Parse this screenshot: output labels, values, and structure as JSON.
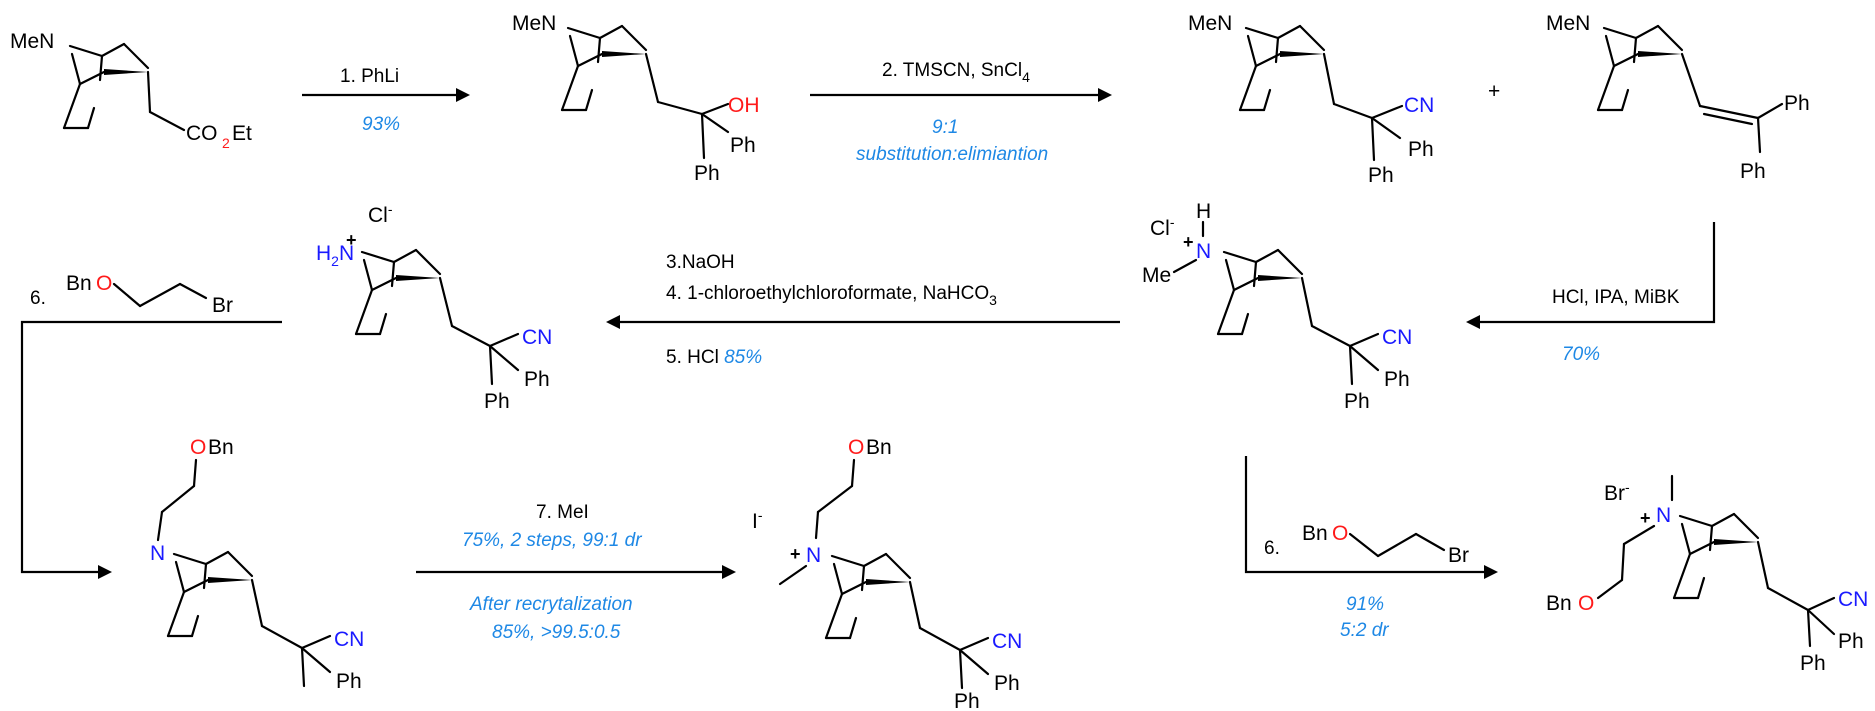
{
  "structures": {
    "s1": {
      "n": "MeN",
      "ester": "CO",
      "ester_sub": "2",
      "ester_tail": "Et"
    },
    "s2": {
      "n": "MeN",
      "oh": "OH",
      "ph1": "Ph",
      "ph2": "Ph"
    },
    "s3": {
      "n": "MeN",
      "cn": "CN",
      "ph1": "Ph",
      "ph2": "Ph"
    },
    "plus": "+",
    "s4": {
      "n": "MeN",
      "ph1": "Ph",
      "ph2": "Ph"
    },
    "s5": {
      "cl": "Cl",
      "cl_charge": "-",
      "h": "H",
      "plus": "+",
      "n": "N",
      "me": "Me",
      "cn": "CN",
      "ph1": "Ph",
      "ph2": "Ph"
    },
    "s6": {
      "cl": "Cl",
      "cl_charge": "-",
      "h2n": "H",
      "h2n_sub": "2",
      "h2n_n": "N",
      "plus": "+",
      "cn": "CN",
      "ph1": "Ph",
      "ph2": "Ph"
    },
    "s7": {
      "obn_o": "O",
      "obn_bn": "Bn",
      "n": "N",
      "cn": "CN",
      "ph": "Ph"
    },
    "s8": {
      "i": "I",
      "i_charge": "-",
      "obn_o": "O",
      "obn_bn": "Bn",
      "plus": "+",
      "n": "N",
      "cn": "CN",
      "ph1": "Ph",
      "ph2": "Ph"
    },
    "s9": {
      "br": "Br",
      "br_charge": "-",
      "plus": "+",
      "n": "N",
      "bn": "Bn",
      "o": "O",
      "cn": "CN",
      "ph1": "Ph",
      "ph2": "Ph"
    }
  },
  "steps": {
    "step1": {
      "reagent": "1. PhLi",
      "yield": "93%"
    },
    "step2": {
      "reagent": "2. TMSCN, SnCl",
      "reagent_sub": "4",
      "ratio": "9:1",
      "note": "substitution:elimiantion"
    },
    "step_hcl": {
      "reagent": "HCl, IPA, MiBK",
      "yield": "70%"
    },
    "step345": {
      "line1": "3.NaOH",
      "line2": "4. 1-chloroethylchloroformate, NaHCO",
      "line2_sub": "3",
      "line3": "5. HCl",
      "line3_yield": "85%"
    },
    "step6a": {
      "num": "6.",
      "bn": "Bn",
      "o": "O",
      "br": "Br"
    },
    "step7": {
      "reagent": "7. MeI",
      "yield": "75%, 2 steps, 99:1 dr",
      "note1": "After recrytalization",
      "note2": "85%, >99.5:0.5"
    },
    "step6b": {
      "num": "6.",
      "bn": "Bn",
      "o": "O",
      "br": "Br",
      "yield": "91%",
      "dr": "5:2 dr"
    }
  }
}
